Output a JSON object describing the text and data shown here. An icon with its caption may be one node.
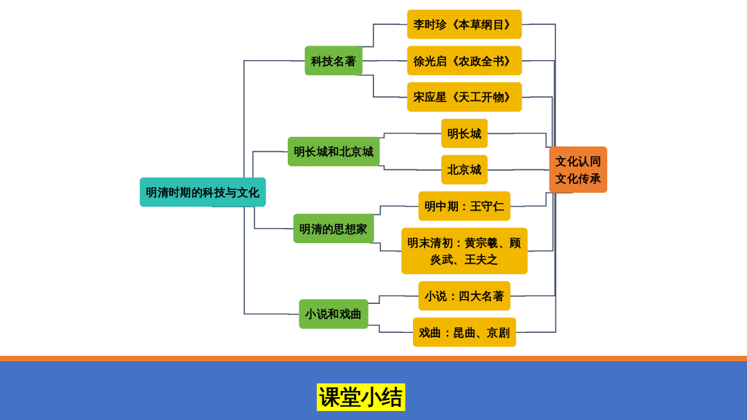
{
  "diagram": {
    "title": "课堂小结",
    "nodes": [
      {
        "text": [
          "明清时期的科技与文化"
        ]
      },
      {
        "text": [
          "科技名著"
        ]
      },
      {
        "text": [
          "明长城和北京城"
        ]
      },
      {
        "text": [
          "明清的思想家"
        ]
      },
      {
        "text": [
          "小说和戏曲"
        ]
      },
      {
        "text": [
          "李时珍《本草纲目》"
        ]
      },
      {
        "text": [
          "徐光启《农政全书》"
        ]
      },
      {
        "text": [
          "宋应星《天工开物》"
        ]
      },
      {
        "text": [
          "明长城"
        ]
      },
      {
        "text": [
          "北京城"
        ]
      },
      {
        "text": [
          "明中期：王守仁"
        ]
      },
      {
        "text": [
          "明末清初：黄宗羲、顾炎武、王夫之"
        ]
      },
      {
        "text": [
          "小说：四大名著"
        ]
      },
      {
        "text": [
          "戏曲：昆曲、京剧"
        ]
      },
      {
        "text": [
          "文化认同",
          "文化传承"
        ]
      }
    ],
    "edges": [
      {
        "from": 0,
        "to": 1,
        "arrow": "none"
      },
      {
        "from": 0,
        "to": 2,
        "arrow": "none"
      },
      {
        "from": 0,
        "to": 3,
        "arrow": "none"
      },
      {
        "from": 0,
        "to": 4,
        "arrow": "none"
      },
      {
        "from": 1,
        "to": 5,
        "arrow": "none"
      },
      {
        "from": 1,
        "to": 6,
        "arrow": "none"
      },
      {
        "from": 1,
        "to": 7,
        "arrow": "none"
      },
      {
        "from": 2,
        "to": 8,
        "arrow": "none"
      },
      {
        "from": 2,
        "to": 9,
        "arrow": "none"
      },
      {
        "from": 3,
        "to": 10,
        "arrow": "none"
      },
      {
        "from": 3,
        "to": 11,
        "arrow": "none"
      },
      {
        "from": 4,
        "to": 12,
        "arrow": "none"
      },
      {
        "from": 4,
        "to": 13,
        "arrow": "none"
      },
      {
        "from": 5,
        "to": 14,
        "arrow": "none"
      },
      {
        "from": 6,
        "to": 14,
        "arrow": "none"
      },
      {
        "from": 7,
        "to": 14,
        "arrow": "none"
      },
      {
        "from": 8,
        "to": 14,
        "arrow": "none"
      },
      {
        "from": 9,
        "to": 14,
        "arrow": "none"
      },
      {
        "from": 10,
        "to": 14,
        "arrow": "none"
      },
      {
        "from": 11,
        "to": 14,
        "arrow": "none"
      },
      {
        "from": 12,
        "to": 14,
        "arrow": "none"
      },
      {
        "from": 13,
        "to": 14,
        "arrow": "none"
      }
    ]
  }
}
